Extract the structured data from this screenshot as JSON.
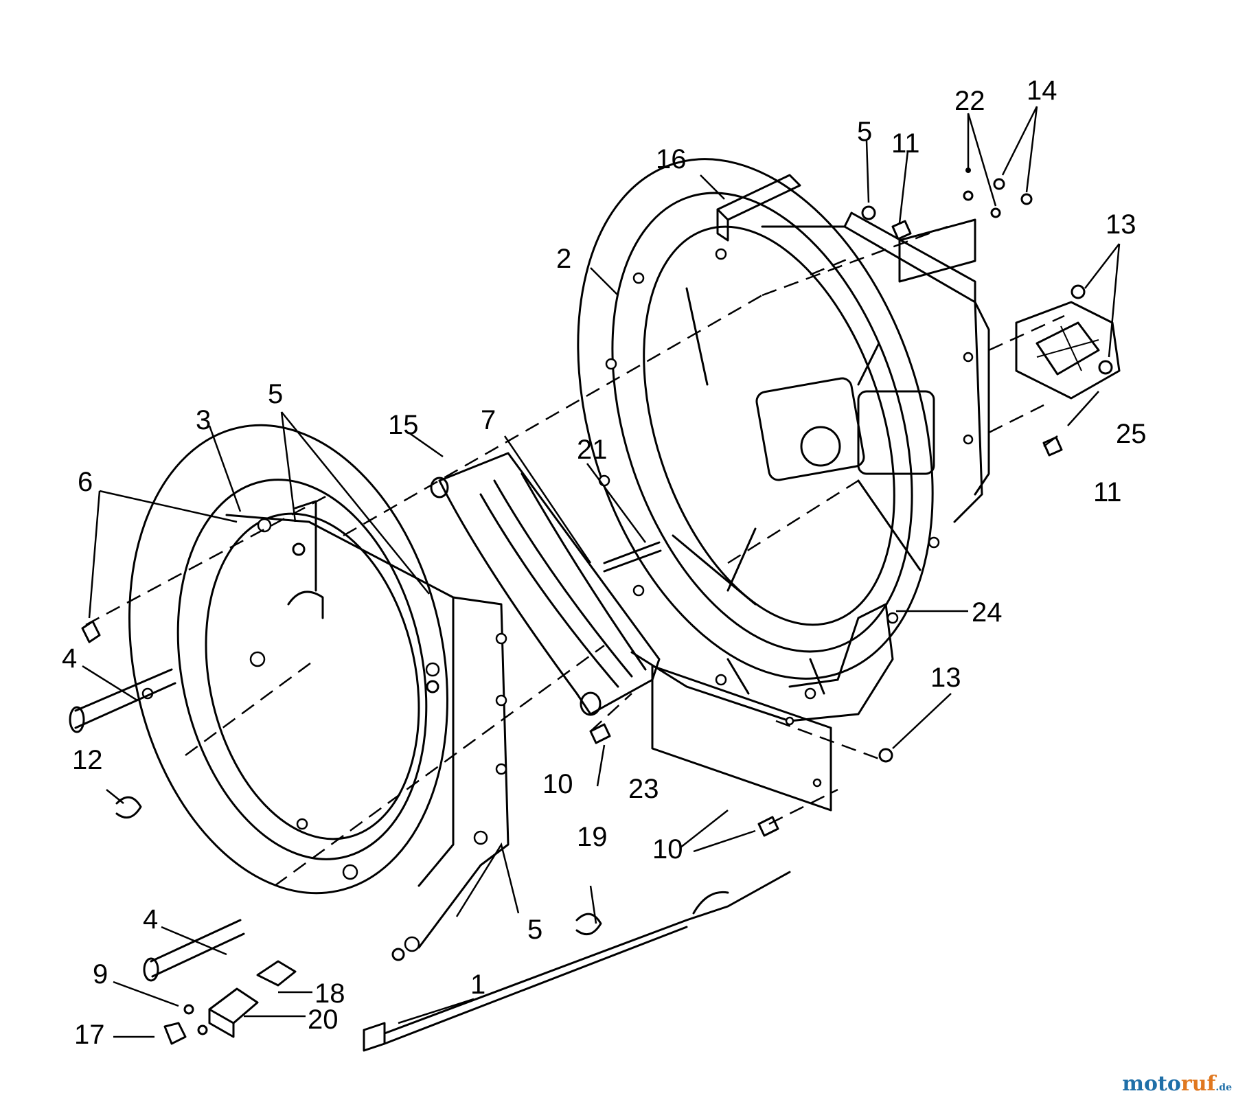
{
  "callouts": {
    "c1": "1",
    "c2": "2",
    "c3": "3",
    "c4a": "4",
    "c4b": "4",
    "c5a": "5",
    "c5b": "5",
    "c5c": "5",
    "c6": "6",
    "c7": "7",
    "c9": "9",
    "c10a": "10",
    "c10b": "10",
    "c11a": "11",
    "c11b": "11",
    "c12": "12",
    "c13a": "13",
    "c13b": "13",
    "c14": "14",
    "c15": "15",
    "c16": "16",
    "c17": "17",
    "c18": "18",
    "c19": "19",
    "c20": "20",
    "c21": "21",
    "c22": "22",
    "c23": "23",
    "c24": "24",
    "c25": "25"
  },
  "watermark": {
    "motor": "moto",
    "ruf": "ruf",
    "tld": ".de"
  }
}
